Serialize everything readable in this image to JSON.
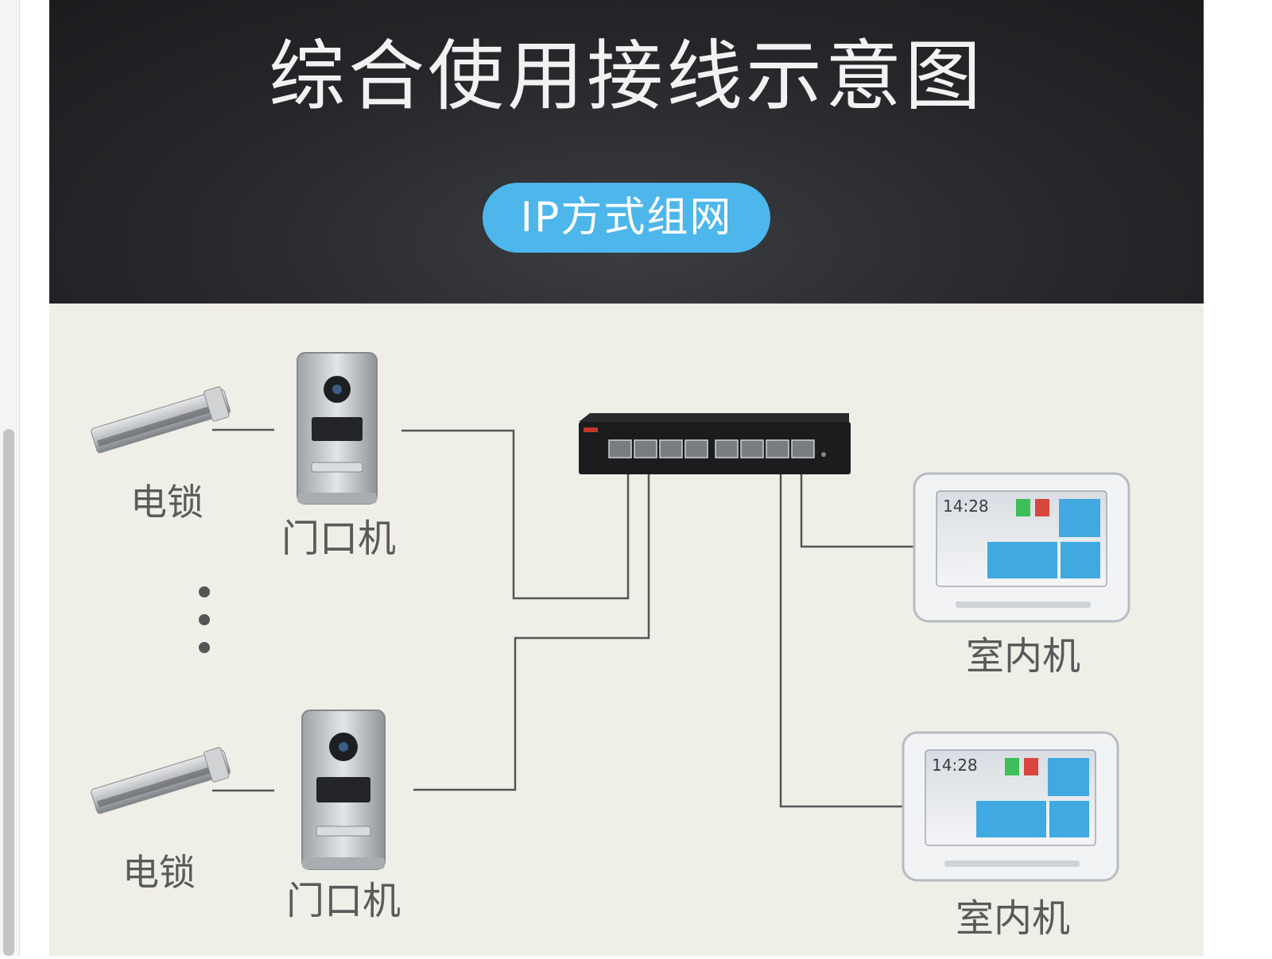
{
  "page": {
    "title": "综合使用接线示意图",
    "mode_badge": "IP方式组网"
  },
  "diagram": {
    "lock_label": "电锁",
    "door_station_label": "门口机",
    "indoor_unit_label": "室内机",
    "indoor_screen_time": "14:28",
    "colors": {
      "badge": "#4db6ea",
      "header_bg": "#25272a",
      "canvas_bg": "#efeee7",
      "wire": "#4a4a4a"
    }
  }
}
